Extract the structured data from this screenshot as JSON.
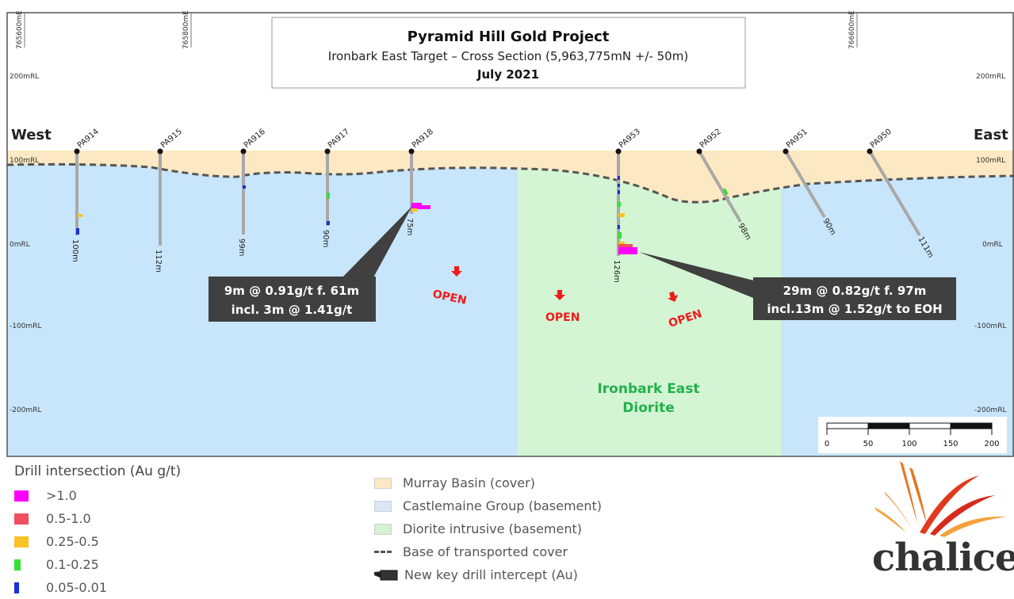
{
  "title": {
    "line1": "Pyramid Hill Gold Project",
    "line2": "Ironbark East Target – Cross Section (5,963,775mN +/- 50m)",
    "line3": "July 2021"
  },
  "eastings": [
    "765600mE",
    "765800mE",
    "766600mE"
  ],
  "rl_labels": {
    "rl200": "200mRL",
    "rl100": "100mRL",
    "rl0": "0mRL",
    "rlm100": "-100mRL",
    "rlm200": "-200mRL"
  },
  "directions": {
    "west": "West",
    "east": "East"
  },
  "drillholes": [
    {
      "id": "PA914",
      "depth": "100m"
    },
    {
      "id": "PA915",
      "depth": "112m"
    },
    {
      "id": "PA916",
      "depth": "99m"
    },
    {
      "id": "PA917",
      "depth": "90m"
    },
    {
      "id": "PA918",
      "depth": "75m"
    },
    {
      "id": "PA953",
      "depth": "126m"
    },
    {
      "id": "PA952",
      "depth": "98m"
    },
    {
      "id": "PA951",
      "depth": "90m"
    },
    {
      "id": "PA950",
      "depth": "111m"
    }
  ],
  "callouts": [
    {
      "line1": "9m @ 0.91g/t f. 61m",
      "line2": "incl. 3m @ 1.41g/t"
    },
    {
      "line1": "29m @ 0.82g/t f. 97m",
      "line2": "incl.13m @ 1.52g/t to EOH"
    }
  ],
  "open_label": "OPEN",
  "diorite_label": {
    "line1": "Ironbark East",
    "line2": "Diorite"
  },
  "scale_bar": {
    "ticks": [
      "0",
      "50",
      "100",
      "150",
      "200"
    ]
  },
  "legend_intersection": {
    "title": "Drill intersection (Au g/t)",
    "items": [
      {
        "label": ">1.0",
        "color": "#ff00ff"
      },
      {
        "label": "0.5-1.0",
        "color": "#f04e5e"
      },
      {
        "label": "0.25-0.5",
        "color": "#f7c325"
      },
      {
        "label": "0.1-0.25",
        "color": "#35e035"
      },
      {
        "label": "0.05-0.01",
        "color": "#1a2fd6"
      }
    ]
  },
  "legend_units": {
    "items": [
      {
        "label": "Murray Basin (cover)",
        "color": "#fce8c3"
      },
      {
        "label": "Castlemaine Group (basement)",
        "color": "#d9e7f7"
      },
      {
        "label": "Diorite intrusive (basement)",
        "color": "#d3f1d3"
      }
    ],
    "dash_label": "Base of transported cover",
    "intercept_label": "New key drill intercept (Au)"
  },
  "colors": {
    "cover": "#fce8c3",
    "basement": "#c8e6fb",
    "diorite": "#d3f5d3",
    "open_red": "#ee1c1c",
    "diorite_text": "#22b14c",
    "callout_bg": "#404040"
  },
  "logo": {
    "text": "chalice"
  }
}
